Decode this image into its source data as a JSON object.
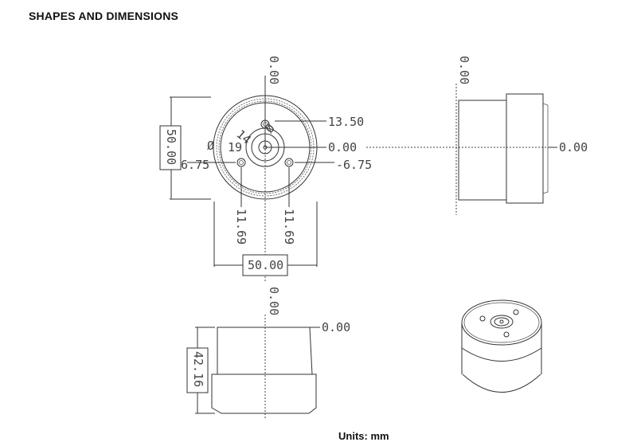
{
  "header": {
    "title": "SHAPES AND DIMENSIONS"
  },
  "footer": {
    "units": "Units: mm"
  },
  "top_view": {
    "axis_top": "0.00",
    "offset_top": "13.50",
    "axis_right": "0.00",
    "offset_left": "-6.75",
    "offset_right": "-6.75",
    "height_box": "50.00",
    "width_box": "50.00",
    "vertical_left": "11.69",
    "vertical_right": "11.69",
    "diameter_inner": "19",
    "diameter_mid": "14",
    "diameter_outer": "Ø",
    "diameter_bolt": "Ø"
  },
  "side_view": {
    "axis_top": "0.00",
    "axis_right": "0.00"
  },
  "front_view": {
    "axis_top": "0.00",
    "axis_right": "0.00",
    "height_box": "42.16"
  }
}
